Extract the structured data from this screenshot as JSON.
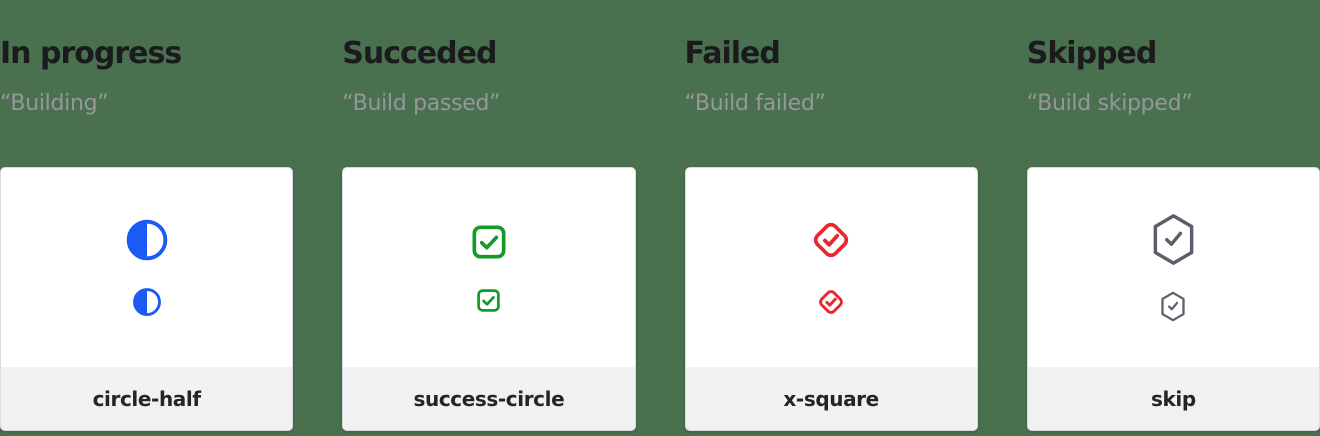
{
  "page": {
    "background_color": "#49704F"
  },
  "colors": {
    "card_background": "#FFFFFF",
    "card_border": "#DBDBE0",
    "footer_background": "#F1F1F2",
    "title_color": "#1B1B1E",
    "subtitle_color": "#97979B",
    "label_color": "#242429"
  },
  "columns": [
    {
      "title": "In progress",
      "subtitle": "“Building”",
      "icon": "circle-half-icon",
      "icon_color": "#1A5BF5",
      "label": "circle-half"
    },
    {
      "title": "Succeded",
      "subtitle": "“Build passed”",
      "icon": "check-square-icon",
      "icon_color": "#129B25",
      "label": "success-circle"
    },
    {
      "title": "Failed",
      "subtitle": "“Build failed”",
      "icon": "check-diamond-icon",
      "icon_color": "#E8282E",
      "label": "x-square"
    },
    {
      "title": "Skipped",
      "subtitle": "“Build skipped”",
      "icon": "check-hexagon-icon",
      "icon_color": "#596069",
      "label": "skip"
    }
  ]
}
